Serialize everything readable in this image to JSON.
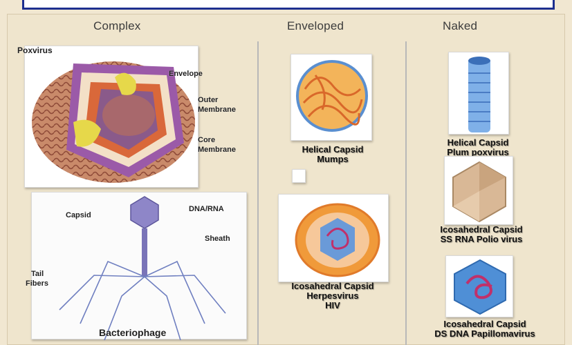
{
  "columns": {
    "complex": "Complex",
    "enveloped": "Enveloped",
    "naked": "Naked"
  },
  "poxvirus": {
    "title": "Poxvirus",
    "labels": {
      "envelope": "Envelope",
      "outer_1": "Outer",
      "outer_2": "Membrane",
      "core_1": "Core",
      "core_2": "Membrane"
    }
  },
  "phage": {
    "capsid": "Capsid",
    "dna_rna": "DNA/RNA",
    "sheath": "Sheath",
    "tail_1": "Tail",
    "tail_2": "Fibers",
    "name": "Bacteriophage"
  },
  "enveloped": {
    "mumps_line1": "Helical Capsid",
    "mumps_line2": "Mumps",
    "herpes_line1": "Icosahedral Capsid",
    "herpes_line2": "Herpesvirus",
    "herpes_line3": "HIV"
  },
  "naked": {
    "plum_line1": "Helical Capsid",
    "plum_line2": "Plum poxvirus",
    "polio_line1": "Icosahedral Capsid",
    "polio_line2": "SS RNA Polio virus",
    "papilloma_line1": "Icosahedral Capsid",
    "papilloma_line2": "DS DNA Papillomavirus"
  },
  "colors": {
    "title_border": "#1d2f8f",
    "background": "#f1e7d1",
    "membrane": "#9b5aa8",
    "capsid_blue": "#5a8fd0",
    "orange": "#f09a3a"
  }
}
